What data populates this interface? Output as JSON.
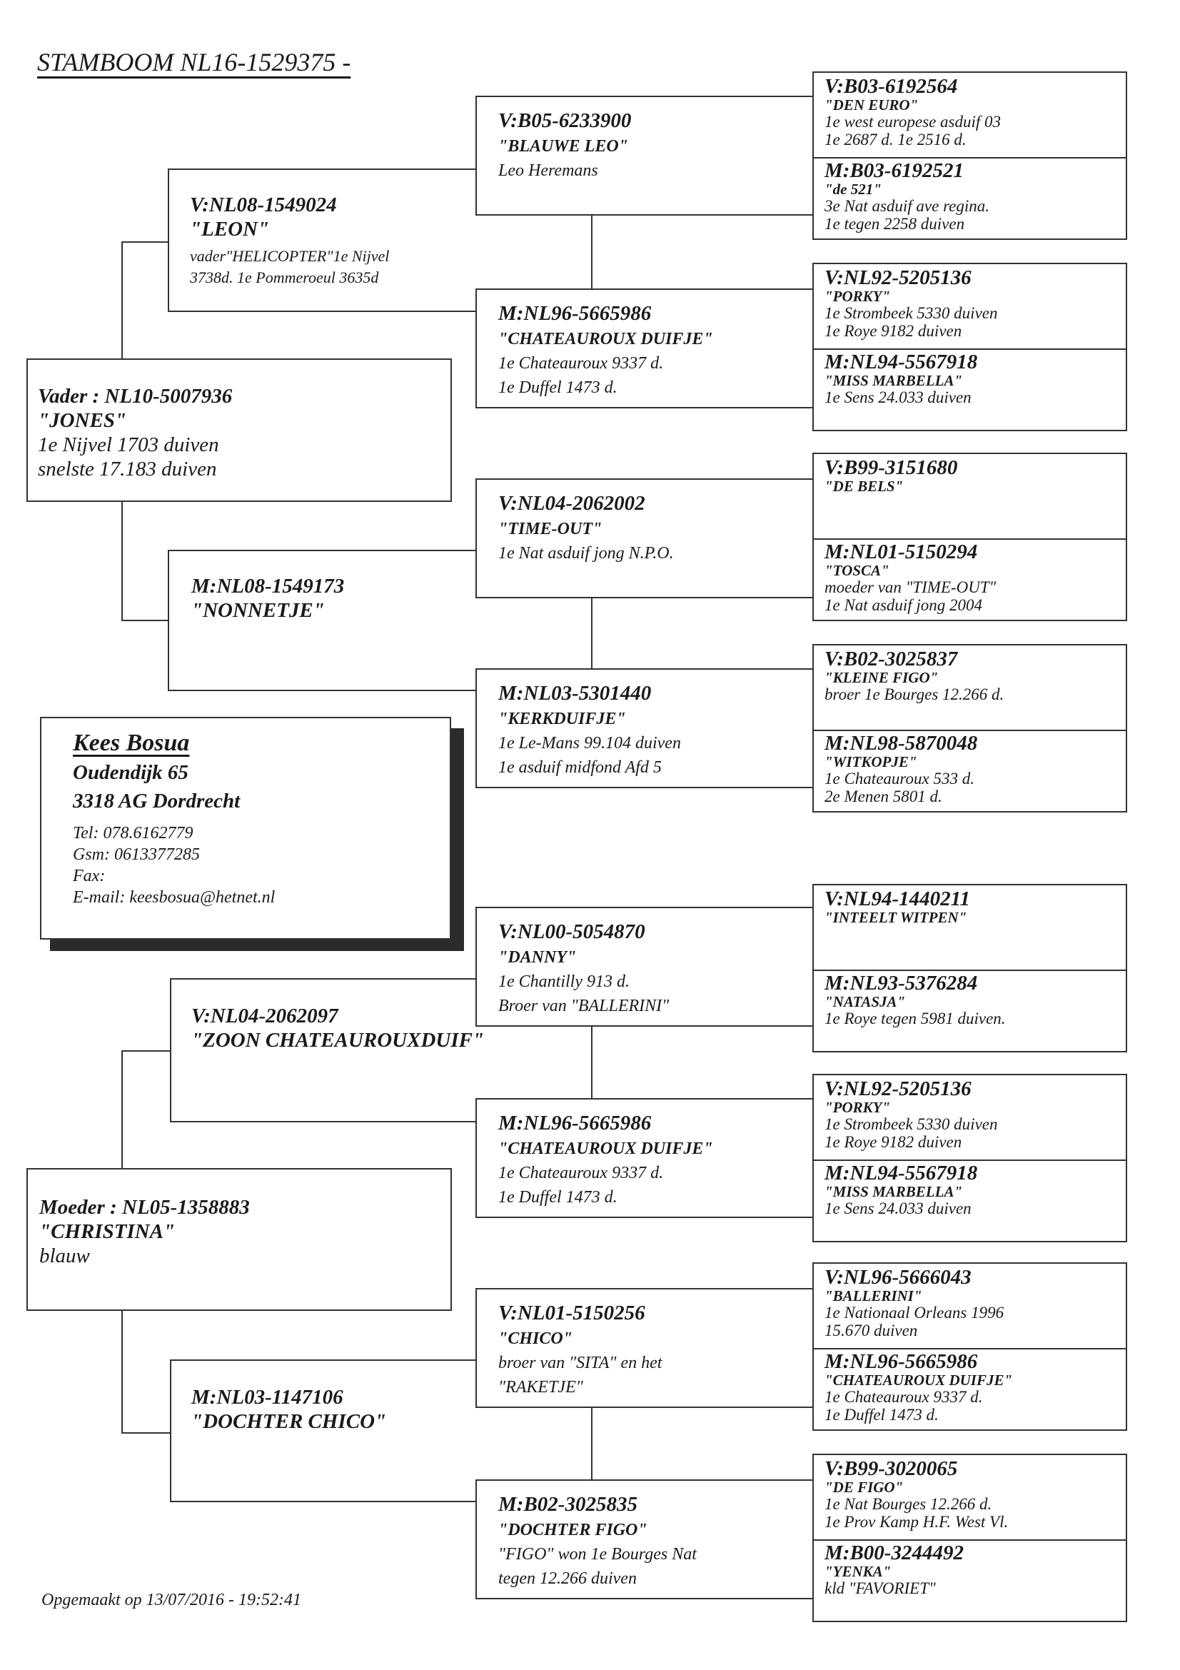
{
  "title": "STAMBOOM  NL16-1529375 -",
  "vader": {
    "code": "Vader : NL10-5007936",
    "name": "\"JONES\"",
    "lines": [
      "1e Nijvel 1703 duiven",
      "snelste 17.183 duiven"
    ]
  },
  "moeder": {
    "code": "Moeder : NL05-1358883",
    "name": "\"CHRISTINA\"",
    "lines": [
      "blauw"
    ]
  },
  "vv": {
    "code": "V:NL08-1549024",
    "name": "\"LEON\"",
    "lines": [
      "vader\"HELICOPTER\"1e Nijvel",
      "3738d. 1e Pommeroeul 3635d"
    ]
  },
  "vm": {
    "code": "M:NL08-1549173",
    "name": "\"NONNETJE\""
  },
  "mv": {
    "code": "V:NL04-2062097",
    "name": "\"ZOON CHATEAUROUXDUIF\""
  },
  "mm": {
    "code": "M:NL03-1147106",
    "name": "\"DOCHTER CHICO\""
  },
  "g3": [
    {
      "code": "V:B05-6233900",
      "name": "\"BLAUWE LEO\"",
      "lines": [
        "Leo Heremans"
      ]
    },
    {
      "code": "M:NL96-5665986",
      "name": "\"CHATEAUROUX DUIFJE\"",
      "lines": [
        "1e Chateauroux 9337 d.",
        "1e Duffel  1473 d."
      ]
    },
    {
      "code": "V:NL04-2062002",
      "name": "\"TIME-OUT\"",
      "lines": [
        "1e Nat asduif jong N.P.O."
      ]
    },
    {
      "code": "M:NL03-5301440",
      "name": "\"KERKDUIFJE\"",
      "lines": [
        "1e Le-Mans 99.104 duiven",
        "1e asduif midfond Afd 5"
      ]
    },
    {
      "code": "V:NL00-5054870",
      "name": "\"DANNY\"",
      "lines": [
        "1e Chantilly 913 d.",
        "Broer van  \"BALLERINI\""
      ]
    },
    {
      "code": "M:NL96-5665986",
      "name": "\"CHATEAUROUX DUIFJE\"",
      "lines": [
        "1e Chateauroux 9337 d.",
        "1e Duffel  1473 d."
      ]
    },
    {
      "code": "V:NL01-5150256",
      "name": "\"CHICO\"",
      "lines": [
        "broer van  \"SITA\" en het",
        "\"RAKETJE\""
      ]
    },
    {
      "code": "M:B02-3025835",
      "name": "\"DOCHTER FIGO\"",
      "lines": [
        "\"FIGO\" won 1e Bourges Nat",
        "tegen 12.266 duiven"
      ]
    }
  ],
  "g4": [
    {
      "code": "V:B03-6192564",
      "name": "\"DEN EURO\"",
      "lines": [
        "1e west europese asduif 03",
        "1e 2687 d.  1e 2516 d."
      ]
    },
    {
      "code": "M:B03-6192521",
      "name": "\"de 521\"",
      "lines": [
        "3e Nat asduif ave regina.",
        "1e tegen 2258 duiven"
      ]
    },
    {
      "code": "V:NL92-5205136",
      "name": "\"PORKY\"",
      "lines": [
        "1e Strombeek 5330 duiven",
        "1e Roye        9182 duiven"
      ]
    },
    {
      "code": "M:NL94-5567918",
      "name": "\"MISS MARBELLA\"",
      "lines": [
        "1e Sens 24.033 duiven"
      ]
    },
    {
      "code": "V:B99-3151680",
      "name": "\"DE BELS\"",
      "lines": []
    },
    {
      "code": "M:NL01-5150294",
      "name": "\"TOSCA\"",
      "lines": [
        "moeder van  \"TIME-OUT\"",
        "1e Nat asduif jong 2004"
      ]
    },
    {
      "code": "V:B02-3025837",
      "name": "\"KLEINE FIGO\"",
      "lines": [
        "broer 1e Bourges 12.266 d."
      ]
    },
    {
      "code": "M:NL98-5870048",
      "name": "\"WITKOPJE\"",
      "lines": [
        "1e Chateauroux 533 d.",
        "2e Menen  5801 d."
      ]
    },
    {
      "code": "V:NL94-1440211",
      "name": "\"INTEELT WITPEN\"",
      "lines": []
    },
    {
      "code": "M:NL93-5376284",
      "name": "\"NATASJA\"",
      "lines": [
        "1e Roye tegen 5981 duiven."
      ]
    },
    {
      "code": "V:NL92-5205136",
      "name": "\"PORKY\"",
      "lines": [
        "1e Strombeek 5330 duiven",
        "1e Roye        9182 duiven"
      ]
    },
    {
      "code": "M:NL94-5567918",
      "name": "\"MISS MARBELLA\"",
      "lines": [
        "1e Sens 24.033 duiven"
      ]
    },
    {
      "code": "V:NL96-5666043",
      "name": "\"BALLERINI\"",
      "lines": [
        "1e Nationaal Orleans 1996",
        "   15.670 duiven"
      ]
    },
    {
      "code": "M:NL96-5665986",
      "name": "\"CHATEAUROUX DUIFJE\"",
      "lines": [
        "1e Chateauroux 9337 d.",
        "1e Duffel  1473 d."
      ]
    },
    {
      "code": "V:B99-3020065",
      "name": "\"DE FIGO\"",
      "lines": [
        "1e Nat Bourges 12.266 d.",
        "1e Prov Kamp H.F. West Vl."
      ]
    },
    {
      "code": "M:B00-3244492",
      "name": "\"YENKA\"",
      "lines": [
        "kld \"FAVORIET\""
      ]
    }
  ],
  "owner": {
    "name": "Kees Bosua",
    "street": "Oudendijk 65",
    "city": "3318 AG Dordrecht",
    "tel": "Tel: 078.6162779",
    "gsm": "Gsm: 0613377285",
    "fax": "Fax:",
    "email": "E-mail: keesbosua@hetnet.nl"
  },
  "footer": "Opgemaakt op 13/07/2016 - 19:52:41"
}
